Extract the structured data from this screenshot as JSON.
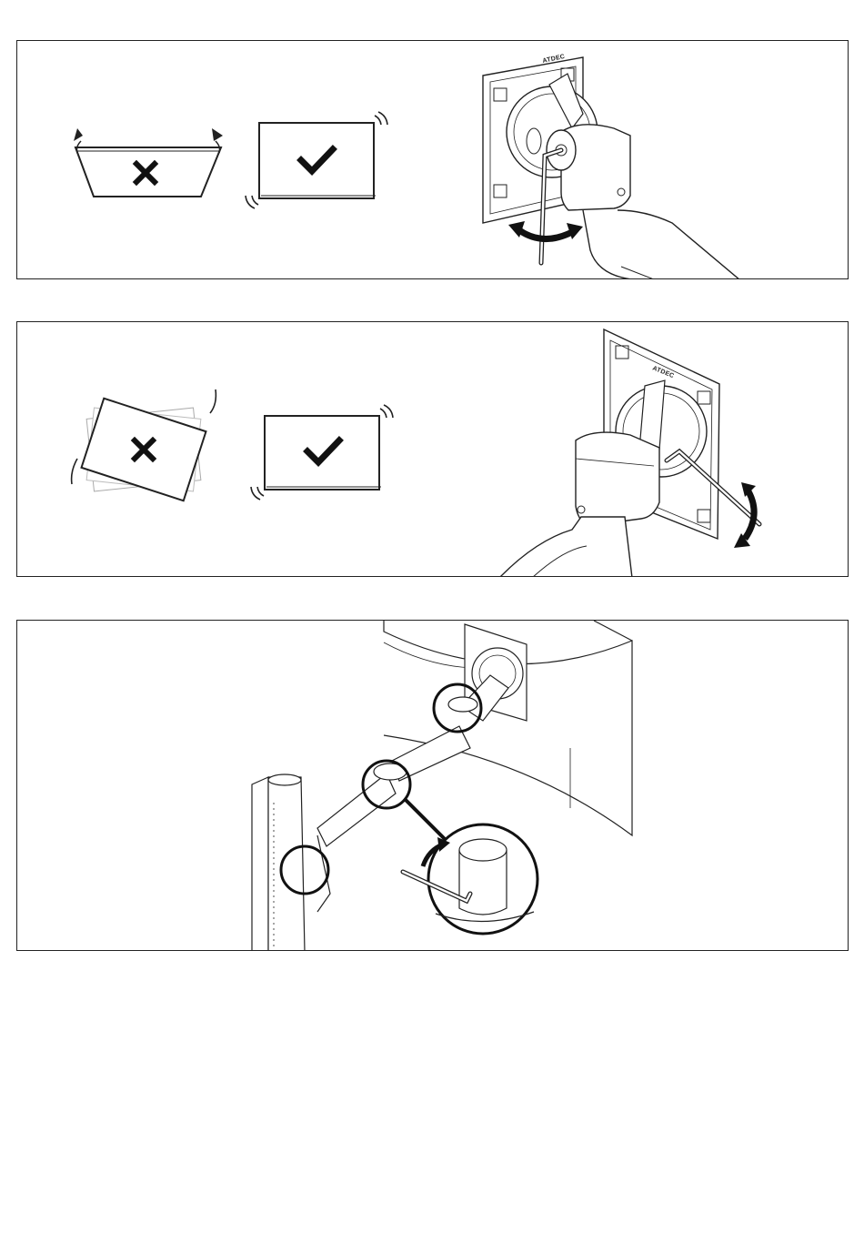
{
  "panels": [
    {
      "id": "panel-1",
      "incorrect_example": "monitor-tilted-sag-icon",
      "correct_example": "monitor-level-icon",
      "adjustment": "tilt-tension-adjustment",
      "brand": "ATDEC"
    },
    {
      "id": "panel-2",
      "incorrect_example": "monitor-rotated-icon",
      "correct_example": "monitor-level-icon",
      "adjustment": "rotation-tension-adjustment",
      "brand": "ATDEC"
    },
    {
      "id": "panel-3",
      "adjustment": "arm-joint-tension-adjustment",
      "detail": "hex-key-joint-detail"
    }
  ],
  "colors": {
    "line": "#222222",
    "fill_light": "#f2f2f2",
    "mark": "#111111"
  }
}
